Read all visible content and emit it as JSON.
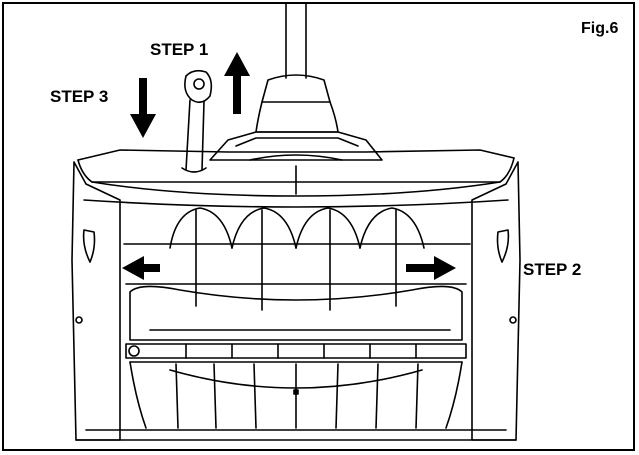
{
  "figure": {
    "label": "Fig.6"
  },
  "steps": {
    "step1": "STEP 1",
    "step2": "STEP 2",
    "step3": "STEP 3"
  },
  "colors": {
    "ink": "#000000",
    "paper": "#ffffff"
  },
  "icons": {
    "step1_arrow": "arrow-up",
    "step3_arrow": "arrow-down",
    "left_arrow": "arrow-left",
    "right_arrow": "arrow-right"
  }
}
